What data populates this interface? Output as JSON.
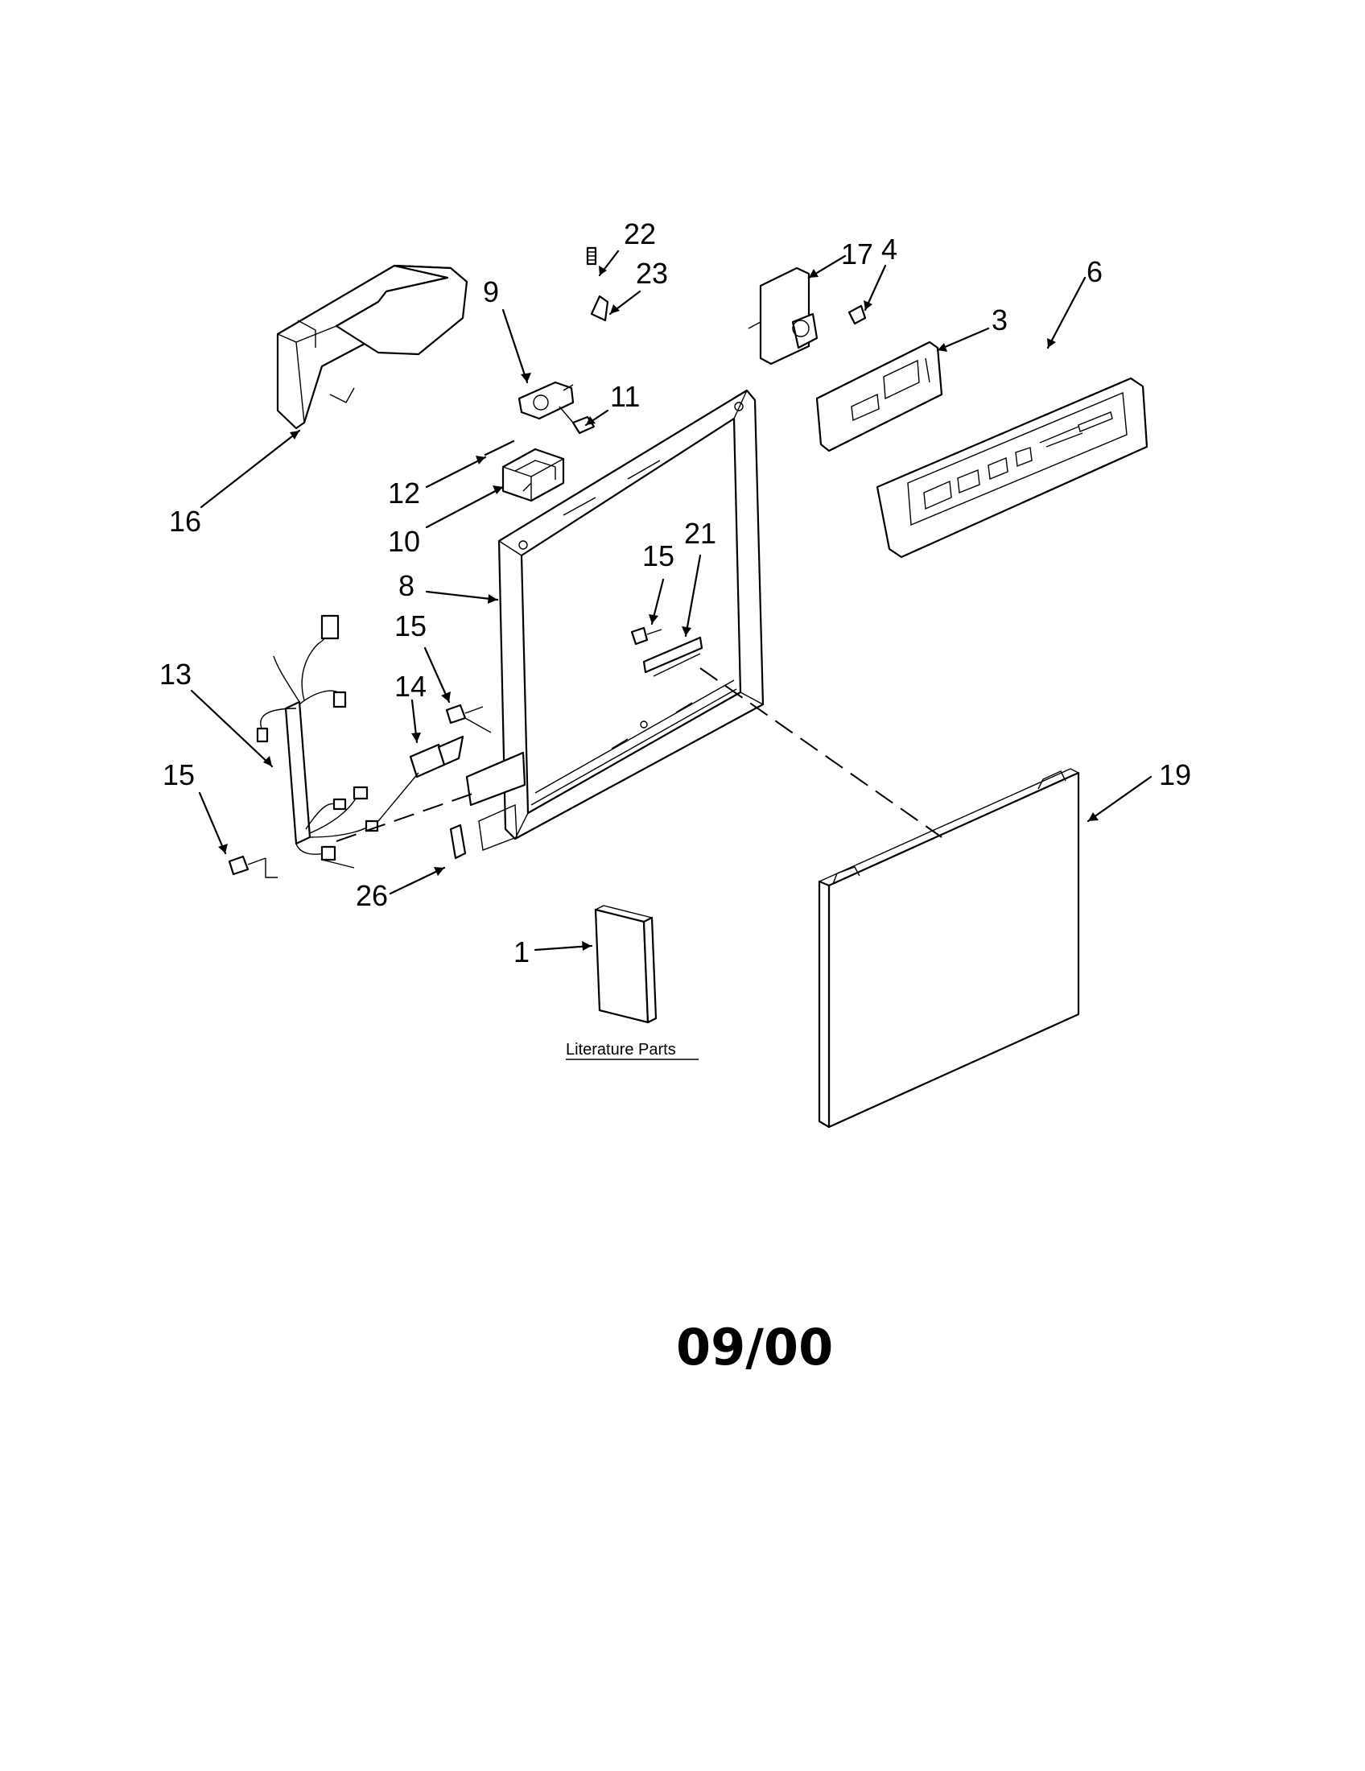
{
  "diagram": {
    "callouts": [
      {
        "id": "c22",
        "label": "22"
      },
      {
        "id": "c23",
        "label": "23"
      },
      {
        "id": "c9",
        "label": "9"
      },
      {
        "id": "c11",
        "label": "11"
      },
      {
        "id": "c17",
        "label": "17"
      },
      {
        "id": "c4",
        "label": "4"
      },
      {
        "id": "c3",
        "label": "3"
      },
      {
        "id": "c6",
        "label": "6"
      },
      {
        "id": "c16",
        "label": "16"
      },
      {
        "id": "c12",
        "label": "12"
      },
      {
        "id": "c10",
        "label": "10"
      },
      {
        "id": "c8",
        "label": "8"
      },
      {
        "id": "c15a",
        "label": "15"
      },
      {
        "id": "c21",
        "label": "21"
      },
      {
        "id": "c15b",
        "label": "15"
      },
      {
        "id": "c14",
        "label": "14"
      },
      {
        "id": "c13",
        "label": "13"
      },
      {
        "id": "c15c",
        "label": "15"
      },
      {
        "id": "c19",
        "label": "19"
      },
      {
        "id": "c26",
        "label": "26"
      },
      {
        "id": "c1",
        "label": "1"
      }
    ],
    "literature_label": "Literature Parts",
    "date_code": "09/00"
  }
}
